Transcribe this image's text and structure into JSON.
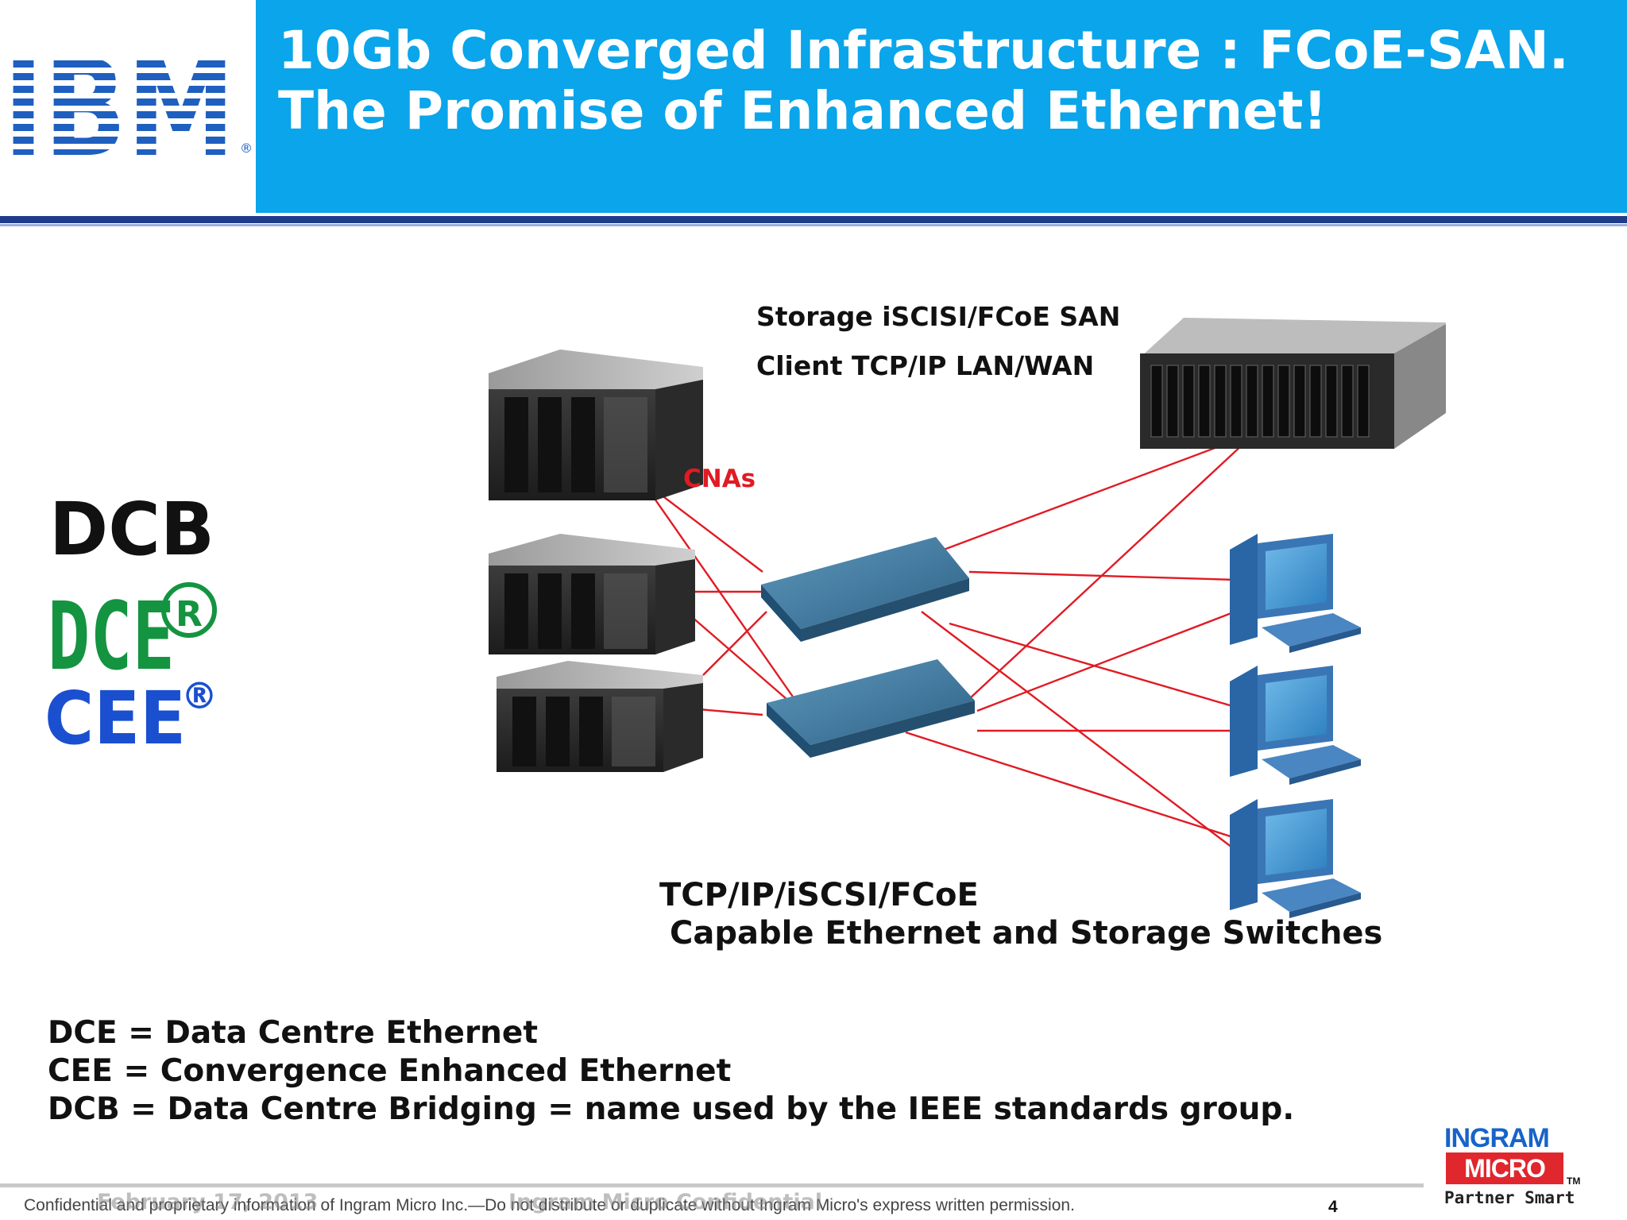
{
  "header": {
    "logo_text": "IBM",
    "title": "10Gb Converged Infrastructure : FCoE-SAN. The Promise of Enhanced Ethernet!"
  },
  "diagram": {
    "storage_label": "Storage iSCISI/FCoE SAN",
    "client_label": "Client TCP/IP LAN/WAN",
    "cna_label": "CNAs",
    "switch_label_line1": "TCP/IP/iSCSI/FCoE",
    "switch_label_line2": "Capable Ethernet and Storage Switches",
    "link_color": "#e01b24",
    "switch_color": "#3a7aa0"
  },
  "standards_logos": {
    "dcb": "DCB",
    "dce": "DCE",
    "cee": "CEE",
    "registered": "®",
    "dce_color": "#149440",
    "cee_color": "#1a4fd0"
  },
  "definitions": [
    "DCE = Data Centre Ethernet",
    "CEE = Convergence Enhanced Ethernet",
    "DCB = Data Centre Bridging = name used by the IEEE standards group."
  ],
  "footer": {
    "confidential_text": "Confidential and proprietary information of Ingram Micro Inc.—Do not distribute or duplicate without Ingram Micro's express written permission.",
    "date": "February 17, 2013",
    "watermark": "Ingram Micro Confidential",
    "page_number": "4"
  },
  "ingram_logo": {
    "top": "INGRAM",
    "box": "MICRO",
    "tm": "TM",
    "tagline": "Partner Smart"
  }
}
